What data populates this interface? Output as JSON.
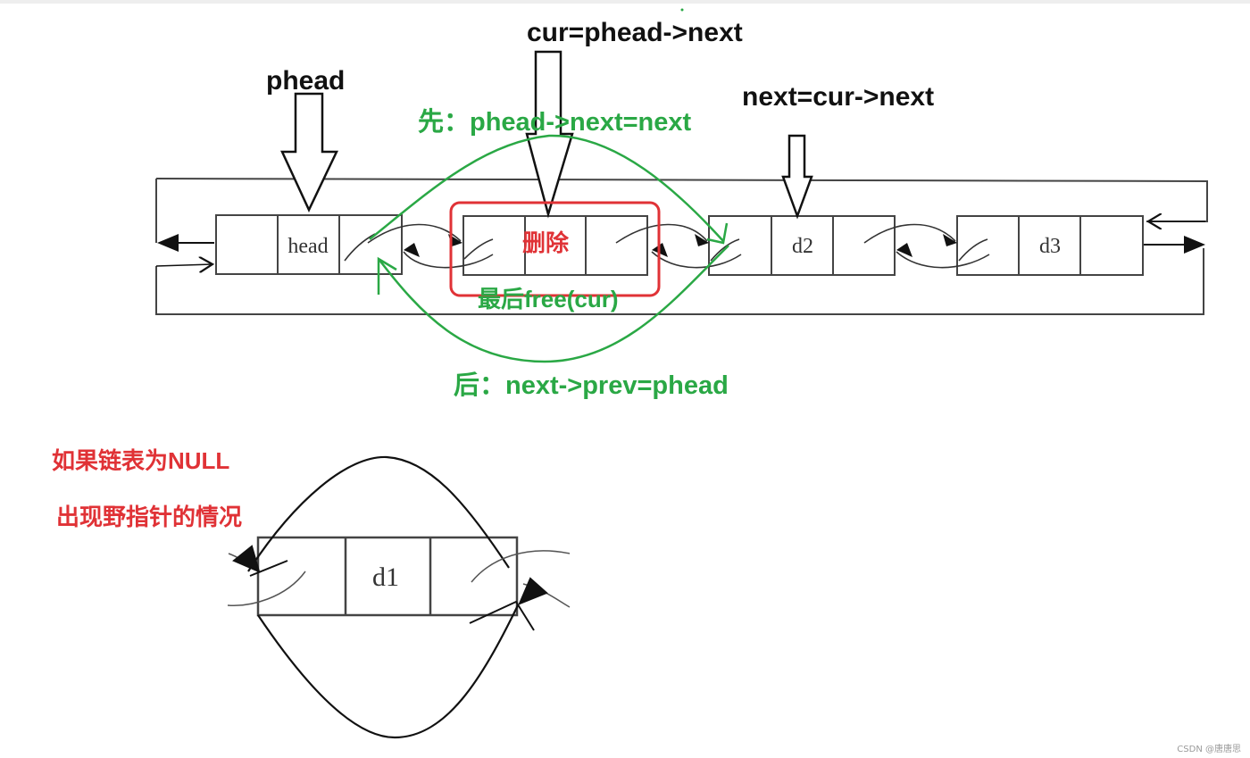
{
  "colors": {
    "black": "#111111",
    "green": "#2aa845",
    "red": "#e03236",
    "node_stroke": "#444444",
    "node_fill": "#ffffff",
    "watermark": "#9a9a9a"
  },
  "labels": {
    "cur_assign": "cur=phead->next",
    "phead": "phead",
    "next_assign": "next=cur->next",
    "step_first": "先：phead->next=next",
    "step_last": "后：next->prev=phead",
    "delete_mark": "删除",
    "free_note": "最后free(cur)",
    "null_warning_1": "如果链表为NULL",
    "null_warning_2": "出现野指针的情况"
  },
  "nodes": {
    "head_data": "head",
    "d2_data": "d2",
    "d3_data": "d3",
    "d1_data": "d1"
  },
  "watermark": "CSDN @唐唐思"
}
